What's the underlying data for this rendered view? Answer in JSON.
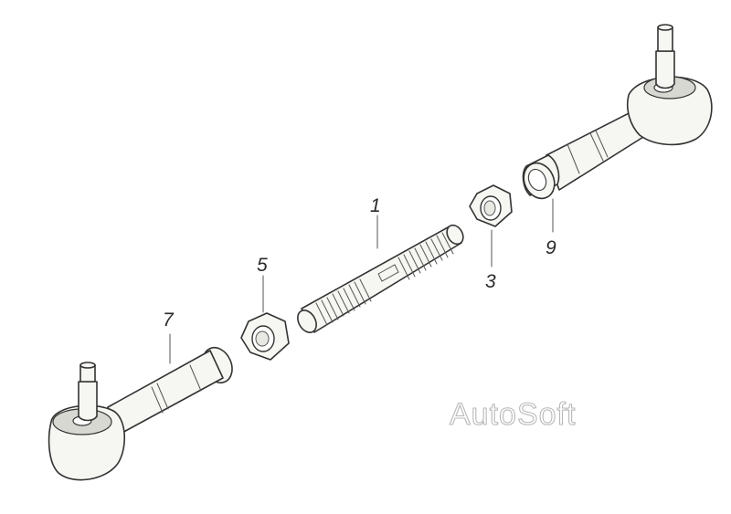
{
  "diagram": {
    "callouts": [
      {
        "id": "part-1",
        "label": "1"
      },
      {
        "id": "part-3",
        "label": "3"
      },
      {
        "id": "part-5",
        "label": "5"
      },
      {
        "id": "part-7",
        "label": "7"
      },
      {
        "id": "part-9",
        "label": "9"
      }
    ],
    "watermark": "AutoSoft"
  }
}
